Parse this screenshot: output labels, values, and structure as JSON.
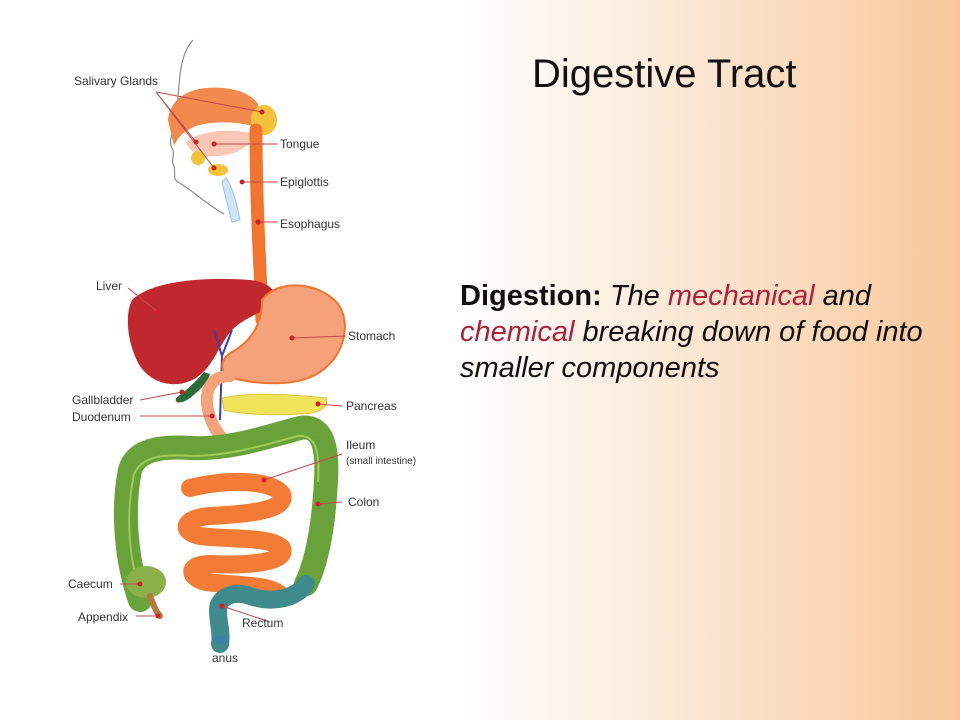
{
  "slide": {
    "title": "Digestive Tract"
  },
  "definition": {
    "term": "Digestion:",
    "part1": "The",
    "accent1": "mechanical",
    "part2": "and",
    "accent2": "chemical",
    "part3": "breaking down of food into smaller components"
  },
  "diagram": {
    "labels": {
      "salivary_glands": "Salivary Glands",
      "tongue": "Tongue",
      "epiglottis": "Epiglottis",
      "esophagus": "Esophagus",
      "liver": "Liver",
      "stomach": "Stomach",
      "gallbladder": "Gallbladder",
      "duodenum": "Duodenum",
      "pancreas": "Pancreas",
      "ileum": "Ileum",
      "ileum_note": "(small intestine)",
      "colon": "Colon",
      "caecum": "Caecum",
      "appendix": "Appendix",
      "rectum": "Rectum",
      "anus": "anus"
    }
  },
  "colors": {
    "accent_text": "#b0203a",
    "esophagus": "#f2742f",
    "liver": "#c0282e",
    "stomach": "#f5a27a",
    "colon": "#6aa23a",
    "small_intestine": "#f47b36",
    "pancreas": "#f0e25a",
    "gallbladder": "#2e6b3a",
    "rectum": "#3a7fb0",
    "pointer": "#d0202a"
  }
}
